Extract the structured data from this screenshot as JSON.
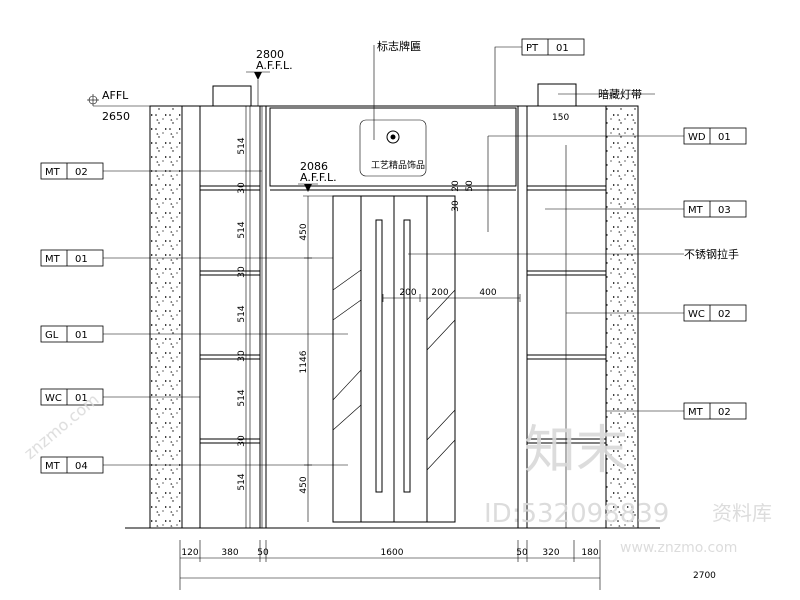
{
  "sign_label": "标志牌匾",
  "level_top": {
    "value": "2800",
    "ref": "A.F.F.L."
  },
  "level_left": {
    "ref": "AFFL",
    "value": "2650"
  },
  "level_door": {
    "value": "2086",
    "ref": "A.F.F.L."
  },
  "hidden_light_label": "暗藏灯带",
  "handle_label": "不锈钢拉手",
  "logo_text": "工艺精品饰品",
  "left_tags": [
    {
      "code": "MT",
      "num": "02"
    },
    {
      "code": "MT",
      "num": "01"
    },
    {
      "code": "GL",
      "num": "01"
    },
    {
      "code": "WC",
      "num": "01"
    },
    {
      "code": "MT",
      "num": "04"
    }
  ],
  "right_tags": [
    {
      "code": "PT",
      "num": "01"
    },
    {
      "code": "WD",
      "num": "01"
    },
    {
      "code": "MT",
      "num": "03"
    },
    {
      "code": "WC",
      "num": "02"
    },
    {
      "code": "MT",
      "num": "02"
    }
  ],
  "left_vertical_dims": [
    "514",
    "30",
    "514",
    "30",
    "514",
    "30",
    "514",
    "30",
    "514"
  ],
  "door_vertical_dims": [
    "450",
    "1146",
    "450"
  ],
  "sign_dims": [
    "20",
    "50",
    "30"
  ],
  "light_dim": "150",
  "bottom_dims": [
    "120",
    "380",
    "50",
    "1600",
    "50",
    "320",
    "180"
  ],
  "total_dim": "2700",
  "door_dims": [
    "200",
    "200",
    "400"
  ],
  "watermark": {
    "brand": "知末",
    "id": "ID:532098839",
    "site": "www.znzmo.com",
    "lib": "资料库",
    "diag": "znzmo.com"
  }
}
